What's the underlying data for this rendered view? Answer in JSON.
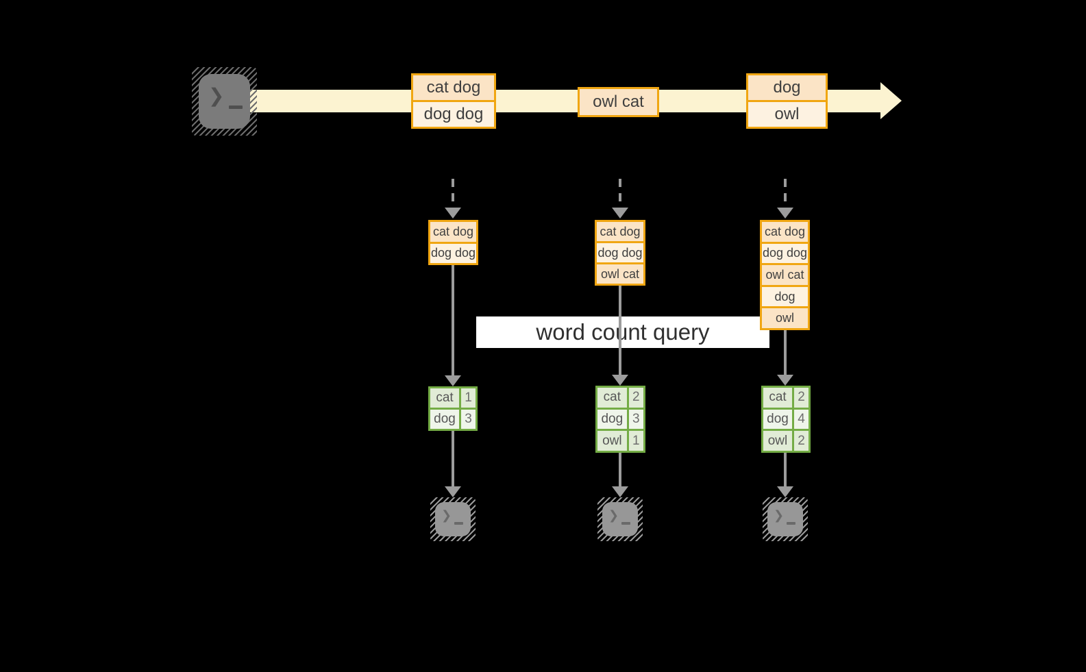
{
  "banner": {
    "label": "word count query"
  },
  "stream": {
    "events": [
      {
        "lines": [
          "cat dog",
          "dog dog"
        ]
      },
      {
        "lines": [
          "owl cat"
        ]
      },
      {
        "lines": [
          "dog",
          "owl"
        ]
      }
    ]
  },
  "columns": [
    {
      "buffer": [
        "cat dog",
        "dog dog"
      ],
      "counts": [
        {
          "word": "cat",
          "count": "1"
        },
        {
          "word": "dog",
          "count": "3"
        }
      ]
    },
    {
      "buffer": [
        "cat dog",
        "dog dog",
        "owl cat"
      ],
      "counts": [
        {
          "word": "cat",
          "count": "2"
        },
        {
          "word": "dog",
          "count": "3"
        },
        {
          "word": "owl",
          "count": "1"
        }
      ]
    },
    {
      "buffer": [
        "cat dog",
        "dog dog",
        "owl cat",
        "dog",
        "owl"
      ],
      "counts": [
        {
          "word": "cat",
          "count": "2"
        },
        {
          "word": "dog",
          "count": "4"
        },
        {
          "word": "owl",
          "count": "2"
        }
      ]
    }
  ],
  "icons": {
    "prompt_chevron": "❯",
    "terminal": "terminal"
  },
  "colors": {
    "background": "#000000",
    "stream_band": "#fcf3d1",
    "event_border": "#f0a612",
    "event_fill_dark": "#fbe4c6",
    "event_fill_light": "#fdf2e1",
    "table_border": "#74ac45",
    "table_fill_dark": "#e1ecd6",
    "table_fill_light": "#eff5ea",
    "connector": "#9c9c9c",
    "banner_bg": "#ffffff"
  }
}
